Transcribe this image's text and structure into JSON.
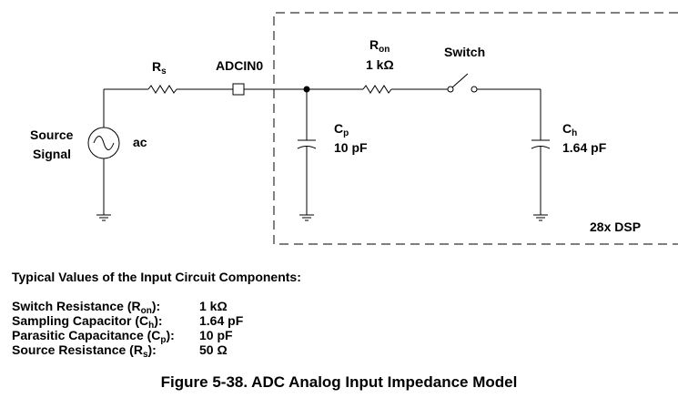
{
  "diagram": {
    "labels": {
      "rs": {
        "main": "R",
        "sub": "s"
      },
      "adcin": "ADCIN0",
      "ron": {
        "main": "R",
        "sub": "on"
      },
      "ron_value": "1 kΩ",
      "switch": "Switch",
      "source_line1": "Source",
      "source_line2": "Signal",
      "ac": "ac",
      "cp": {
        "main": "C",
        "sub": "p"
      },
      "cp_value": "10 pF",
      "ch": {
        "main": "C",
        "sub": "h"
      },
      "ch_value": "1.64  pF",
      "dsp": "28x DSP"
    }
  },
  "table": {
    "title": "Typical Values of the Input Circuit Components:",
    "rows": [
      {
        "label_pre": "Switch Resistance (R",
        "label_sub": "on",
        "label_post": "):",
        "value": "1 kΩ"
      },
      {
        "label_pre": "Sampling Capacitor (C",
        "label_sub": "h",
        "label_post": "):",
        "value": "1.64 pF"
      },
      {
        "label_pre": "Parasitic Capacitance (C",
        "label_sub": "p",
        "label_post": "):",
        "value": "10 pF"
      },
      {
        "label_pre": "Source Resistance (R",
        "label_sub": "s",
        "label_post": "):",
        "value": "50 Ω"
      }
    ]
  },
  "caption": "Figure 5-38. ADC Analog Input Impedance Model"
}
